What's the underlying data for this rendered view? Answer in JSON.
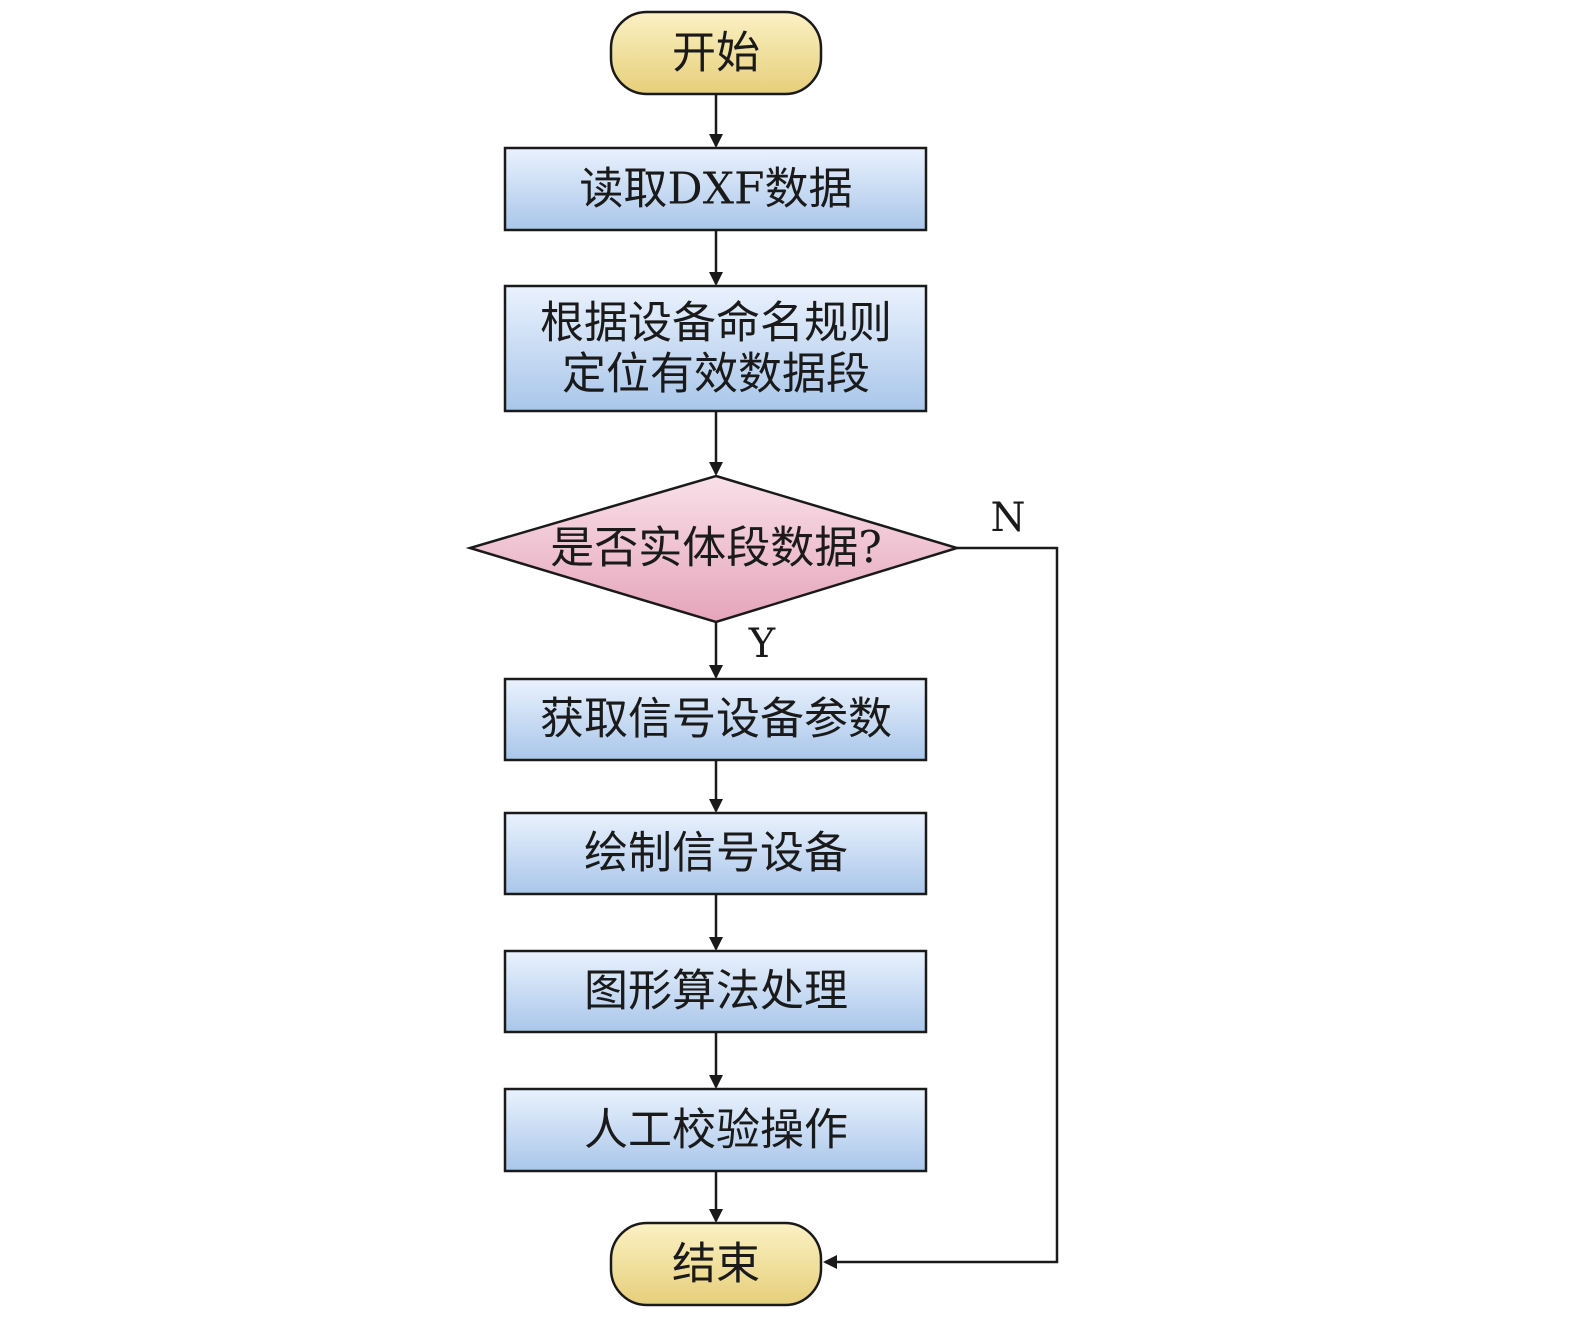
{
  "nodes": {
    "start": "开始",
    "read_dxf": "读取DXF数据",
    "locate_line1": "根据设备命名规则",
    "locate_line2": "定位有效数据段",
    "decision": "是否实体段数据?",
    "get_params": "获取信号设备参数",
    "draw_devices": "绘制信号设备",
    "graphic_algo": "图形算法处理",
    "manual_check": "人工校验操作",
    "end": "结束"
  },
  "edge_labels": {
    "yes": "Y",
    "no": "N"
  },
  "colors": {
    "terminal_fill_top": "#fbf1c4",
    "terminal_fill_bottom": "#e6cf7a",
    "process_fill_top": "#e8f1fc",
    "process_fill_bottom": "#a9c6ea",
    "decision_fill_top": "#f8dce5",
    "decision_fill_bottom": "#e7a8bd",
    "stroke": "#1a1a1a"
  }
}
